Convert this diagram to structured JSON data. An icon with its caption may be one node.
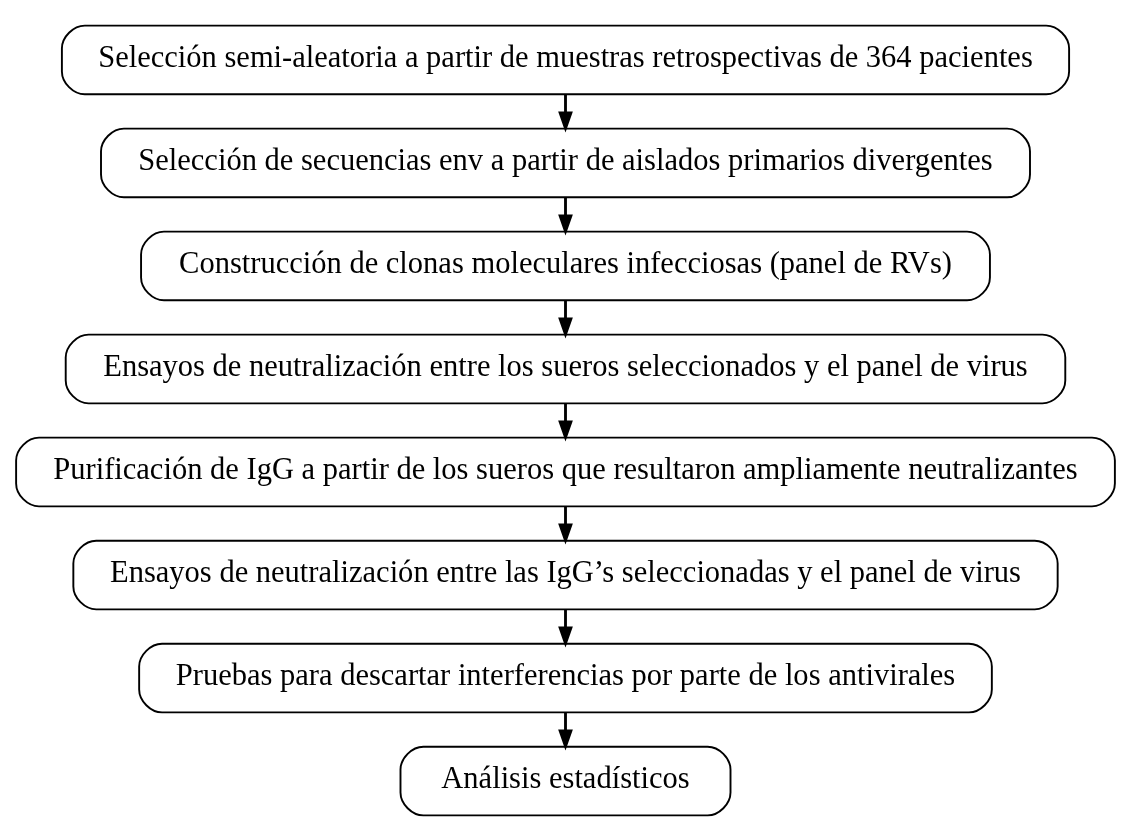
{
  "diagram": {
    "nodes": [
      {
        "text": [
          "Selección semi-aleatoria a partir de muestras retrospectivas de 364 pacientes"
        ]
      },
      {
        "text": [
          "Selección de secuencias env a partir de aislados primarios divergentes"
        ]
      },
      {
        "text": [
          "Construcción de clonas moleculares infecciosas (panel de RVs)"
        ]
      },
      {
        "text": [
          "Ensayos de neutralización entre los sueros seleccionados y el panel de virus"
        ]
      },
      {
        "text": [
          "Purificación de IgG a partir de los sueros que resultaron ampliamente neutralizantes"
        ]
      },
      {
        "text": [
          "Ensayos de neutralización entre las IgG’s seleccionadas y el panel de virus"
        ]
      },
      {
        "text": [
          "Pruebas para descartar interferencias por parte de los antivirales"
        ]
      },
      {
        "text": [
          "Análisis estadísticos"
        ]
      }
    ],
    "edges": [
      {
        "from": 0,
        "to": 1,
        "arrow": "to"
      },
      {
        "from": 1,
        "to": 2,
        "arrow": "to"
      },
      {
        "from": 2,
        "to": 3,
        "arrow": "to"
      },
      {
        "from": 3,
        "to": 4,
        "arrow": "to"
      },
      {
        "from": 4,
        "to": 5,
        "arrow": "to"
      },
      {
        "from": 5,
        "to": 6,
        "arrow": "to"
      },
      {
        "from": 6,
        "to": 7,
        "arrow": "to"
      }
    ]
  }
}
